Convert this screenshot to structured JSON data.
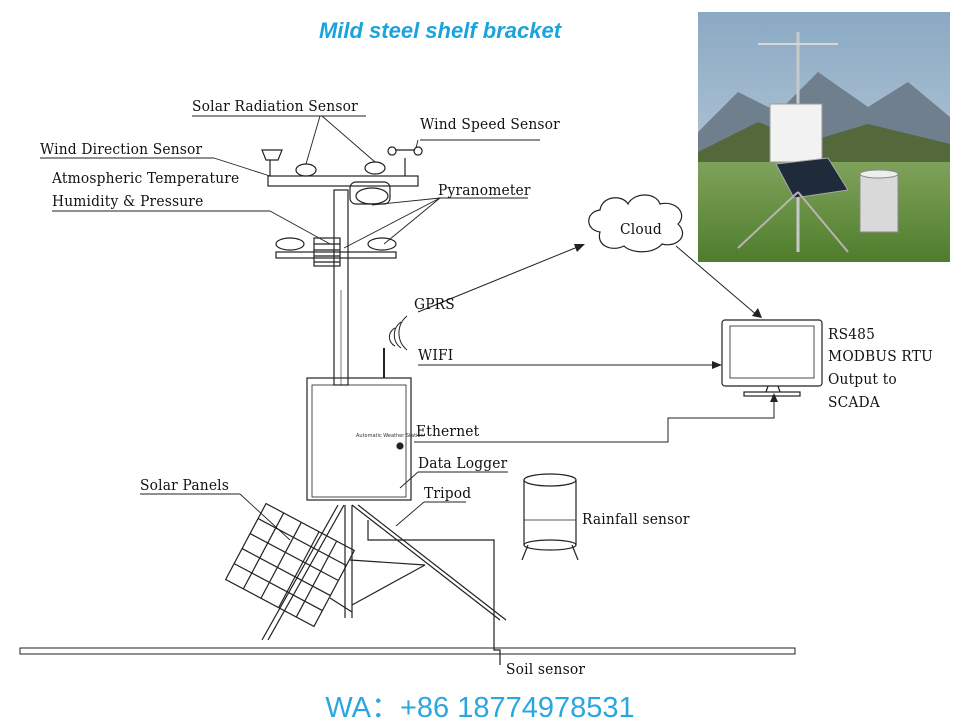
{
  "title": "Mild steel shelf bracket",
  "labels": {
    "solar_radiation": "Solar Radiation Sensor",
    "wind_speed": "Wind Speed Sensor",
    "wind_direction": "Wind Direction Sensor",
    "atmos_line1": "Atmospheric Temperature",
    "atmos_line2": "Humidity & Pressure",
    "pyranometer": "Pyranometer",
    "cloud": "Cloud",
    "gprs": "GPRS",
    "wifi": "WIFI",
    "ethernet": "Ethernet",
    "data_logger": "Data Logger",
    "tripod": "Tripod",
    "solar_panels": "Solar Panels",
    "rainfall": "Rainfall sensor",
    "soil": "Soil sensor",
    "rs485_line1": "RS485",
    "rs485_line2": "MODBUS RTU",
    "rs485_line3": "Output to",
    "rs485_line4": "SCADA",
    "logger_brand": "Automatic Weather Station"
  },
  "contact": "WA：+86 18774978531"
}
